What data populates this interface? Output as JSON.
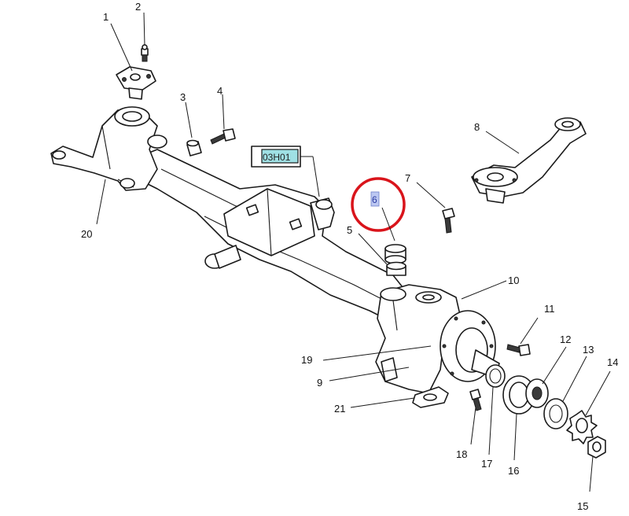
{
  "diagram": {
    "reference_code": "03H01",
    "highlighted_callout": "6",
    "colors": {
      "highlight_ring": "#d9141b",
      "reference_box_fill": "#9fe0e4",
      "highlighted_badge_fill": "#bcc8f2"
    },
    "callouts": [
      "1",
      "2",
      "3",
      "4",
      "5",
      "6",
      "7",
      "8",
      "9",
      "10",
      "11",
      "12",
      "13",
      "14",
      "15",
      "16",
      "17",
      "18",
      "19",
      "20",
      "21"
    ]
  }
}
